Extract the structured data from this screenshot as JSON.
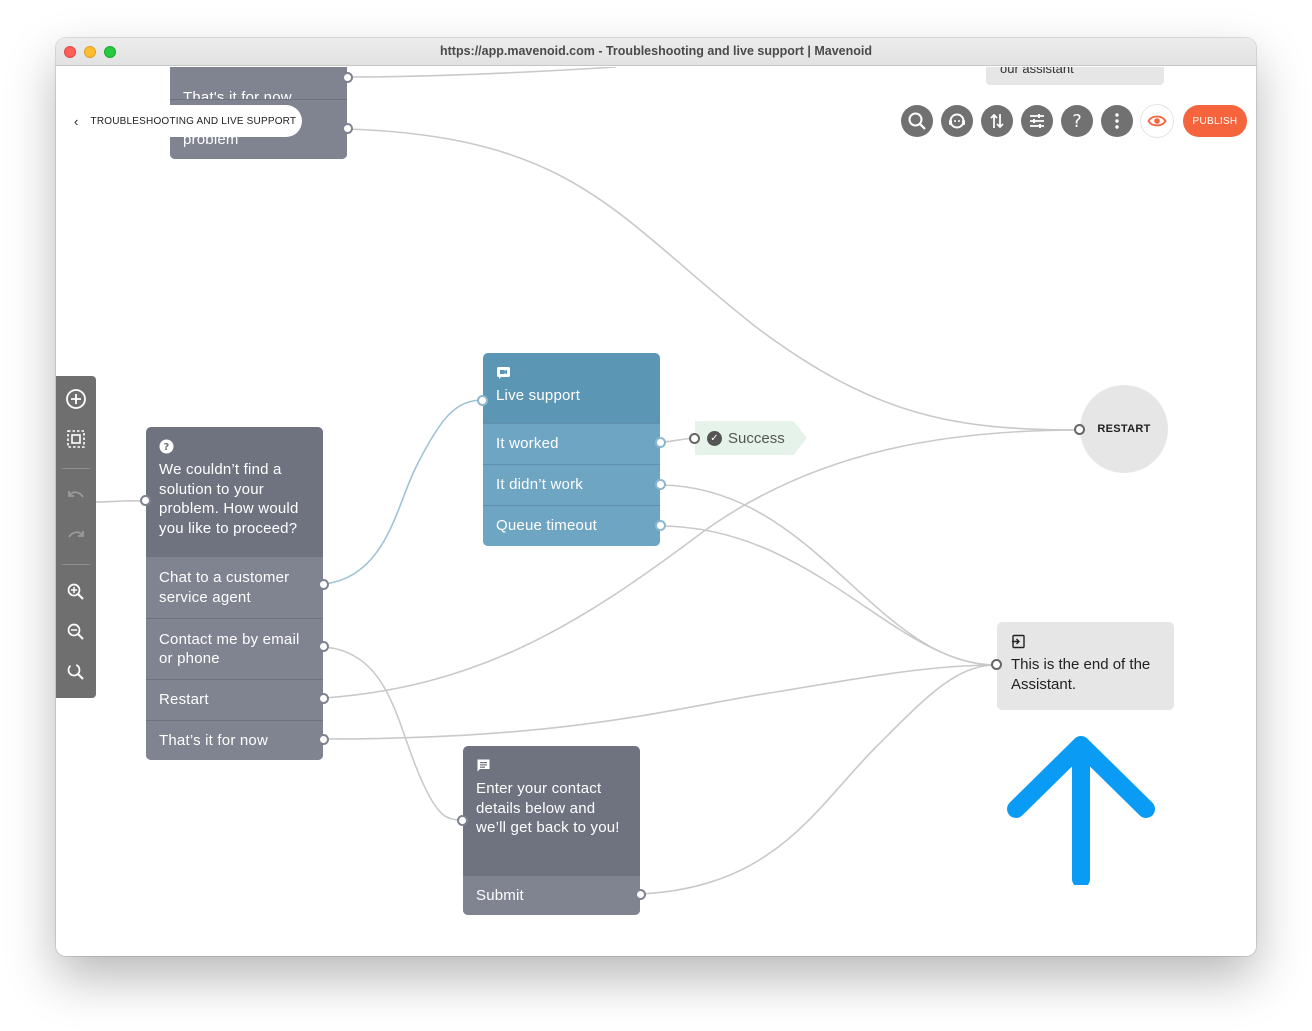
{
  "window": {
    "url": "https://app.mavenoid.com - Troubleshooting and live support | Mavenoid"
  },
  "breadcrumb": {
    "label": "TROUBLESHOOTING AND LIVE SUPPORT"
  },
  "toolbar": {
    "buttons": [
      "search-icon",
      "agent-icon",
      "sort-icon",
      "settings-sliders-icon",
      "help-icon",
      "more-icon",
      "preview-eye-icon"
    ],
    "publish_label": "PUBLISH",
    "publish_color": "#f5643d"
  },
  "left_tools": [
    "add-node-icon",
    "select-area-icon",
    "undo-icon",
    "redo-icon",
    "zoom-in-icon",
    "zoom-out-icon",
    "zoom-reset-icon"
  ],
  "nodes": {
    "top_partial": {
      "cut_option": "That's it for now",
      "option": "I have another problem"
    },
    "top_right_ghost": "our assistant",
    "question": {
      "text": "We couldn’t find a solution to your problem. How would you like to proceed?",
      "options": [
        "Chat to a customer service agent",
        "Contact me by email or phone",
        "Restart",
        "That’s it for now"
      ]
    },
    "live_support": {
      "title": "Live support",
      "options": [
        "It worked",
        "It didn’t work",
        "Queue timeout"
      ]
    },
    "success": {
      "label": "Success"
    },
    "restart": {
      "label": "RESTART"
    },
    "end": {
      "text": "This is the end of the Assistant."
    },
    "contact": {
      "text": "Enter your contact details below and we’ll get back to you!",
      "option": "Submit"
    }
  },
  "colors": {
    "node_gray": "#6f7380",
    "node_blue": "#5b96b5",
    "annotation_arrow": "#0a9cf5"
  }
}
